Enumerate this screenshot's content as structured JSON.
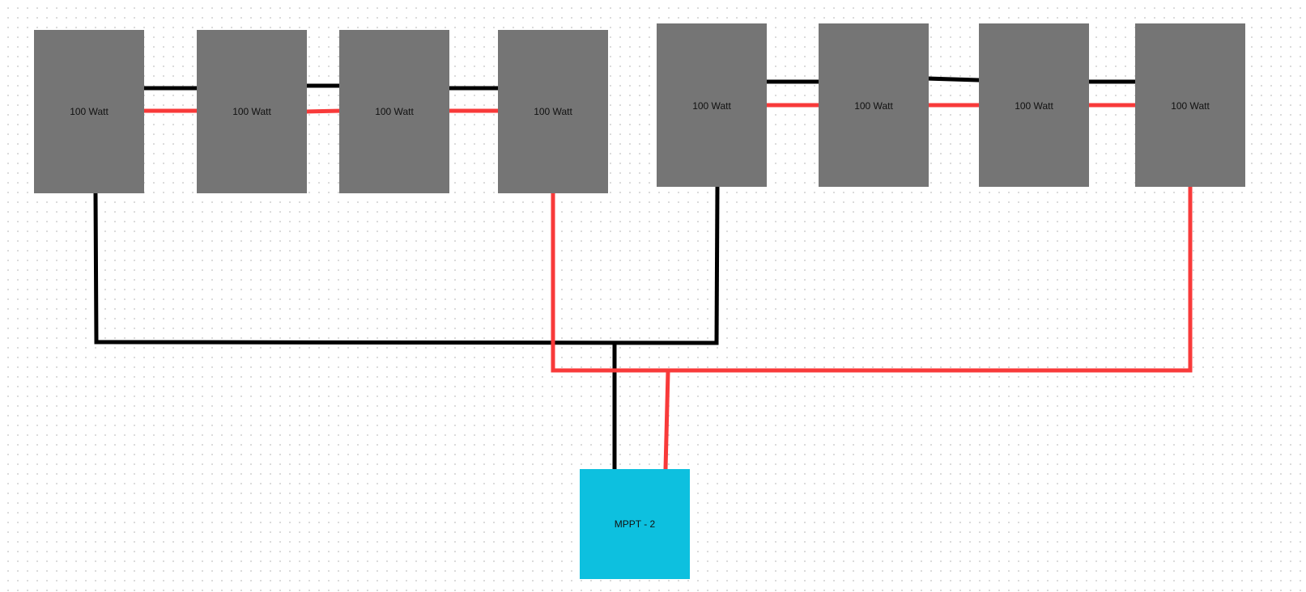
{
  "diagram": {
    "panels": [
      {
        "label": "100 Watt"
      },
      {
        "label": "100 Watt"
      },
      {
        "label": "100 Watt"
      },
      {
        "label": "100 Watt"
      },
      {
        "label": "100 Watt"
      },
      {
        "label": "100 Watt"
      },
      {
        "label": "100 Watt"
      },
      {
        "label": "100 Watt"
      }
    ],
    "controller": {
      "label": "MPPT - 2"
    },
    "colors": {
      "panel_fill": "#757575",
      "controller_fill": "#0dc0df",
      "negative_wire": "#000000",
      "positive_wire": "#f83a3a"
    }
  }
}
